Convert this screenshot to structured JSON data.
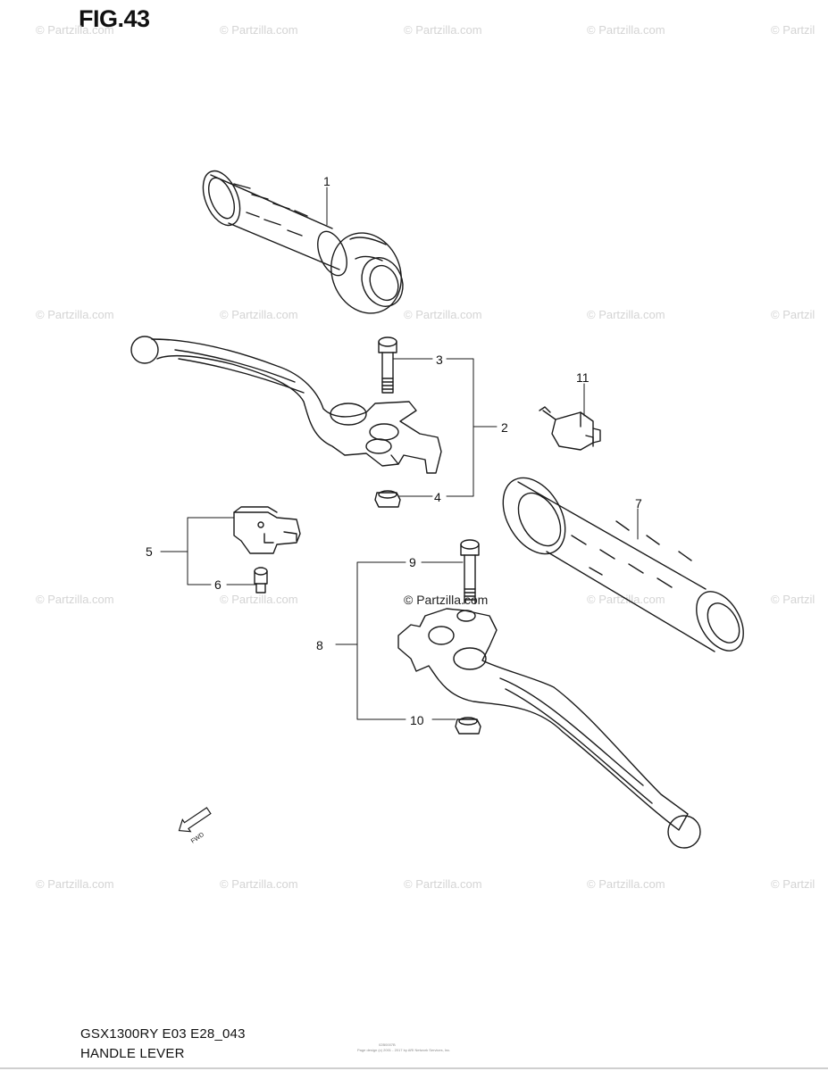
{
  "figure": {
    "title": "FIG.43",
    "center_mark": "© Partzilla.com",
    "footer_model": "GSX1300RY E03 E28_043",
    "footer_title": "HANDLE LEVER",
    "tiny_code": "02B0007B",
    "tiny_note": "Page design (c) 2001 - 2017 by ARI Network Services, Inc."
  },
  "watermark_text": "© Partzilla.com",
  "watermark_partial": "© Partzil",
  "callouts": {
    "c1": "1",
    "c2": "2",
    "c3": "3",
    "c4": "4",
    "c5": "5",
    "c6": "6",
    "c7": "7",
    "c8": "8",
    "c9": "9",
    "c10": "10",
    "c11": "11"
  },
  "fwd_label": "FWD",
  "colors": {
    "line": "#1a1a1a",
    "watermark": "#d4d4d4"
  }
}
